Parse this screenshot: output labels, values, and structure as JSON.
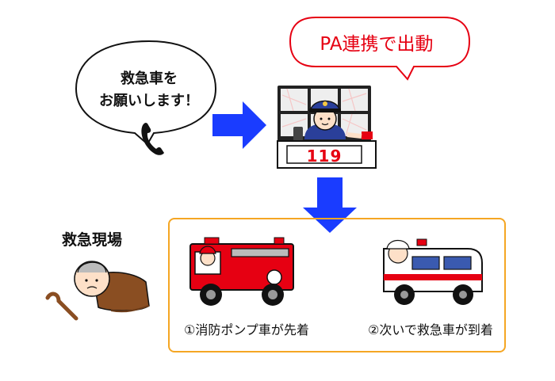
{
  "caller_bubble": {
    "line1": "救急車を",
    "line2": "お願いします！"
  },
  "dispatch_bubble": {
    "text": "PA連携で出動"
  },
  "dispatch_center": {
    "sign": "119"
  },
  "scene": {
    "label": "救急現場"
  },
  "captions": {
    "fire_engine": "①消防ポンプ車が先着",
    "ambulance": "②次いで救急車が到着"
  },
  "colors": {
    "arrow": "#1a3cff",
    "frame": "#f5a623",
    "accent_red": "#e60012"
  }
}
